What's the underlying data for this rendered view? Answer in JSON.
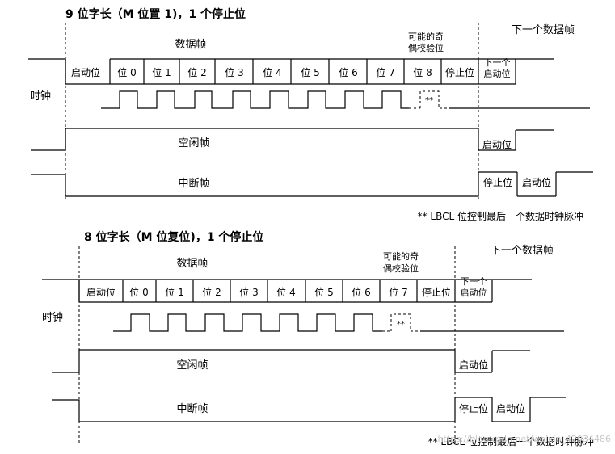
{
  "watermark": "https://blog.csdn.net/weixin_42934486",
  "sections": [
    {
      "title": "9 位字长（M 位置 1)，1 个停止位",
      "data_frame_label": "数据帧",
      "parity_label_line1": "可能的奇",
      "parity_label_line2": "偶校验位",
      "next_frame_label": "下一个数据帧",
      "cells": [
        "启动位",
        "位 0",
        "位 1",
        "位 2",
        "位 3",
        "位 4",
        "位 5",
        "位 6",
        "位 7",
        "位 8",
        "停止位"
      ],
      "next_start_line1": "下一个",
      "next_start_line2": "启动位",
      "clock_label": "时钟",
      "clock_marker": "**",
      "idle_frame_label": "空闲帧",
      "idle_start_bit": "启动位",
      "break_frame_label": "中断帧",
      "break_stop_bit": "停止位",
      "break_start_bit": "启动位",
      "note": "** LBCL 位控制最后一个数据时钟脉冲"
    },
    {
      "title": "8 位字长（M 位复位)，1 个停止位",
      "data_frame_label": "数据帧",
      "parity_label_line1": "可能的奇",
      "parity_label_line2": "偶校验位",
      "next_frame_label": "下一个数据帧",
      "cells": [
        "启动位",
        "位 0",
        "位 1",
        "位 2",
        "位 3",
        "位 4",
        "位 5",
        "位 6",
        "位 7",
        "停止位"
      ],
      "next_start_line1": "下一个",
      "next_start_line2": "启动位",
      "clock_label": "时钟",
      "clock_marker": "**",
      "idle_frame_label": "空闲帧",
      "idle_start_bit": "启动位",
      "break_frame_label": "中断帧",
      "break_stop_bit": "停止位",
      "break_start_bit": "启动位",
      "note": "** LBCL 位控制最后一个数据时钟脉冲"
    }
  ]
}
